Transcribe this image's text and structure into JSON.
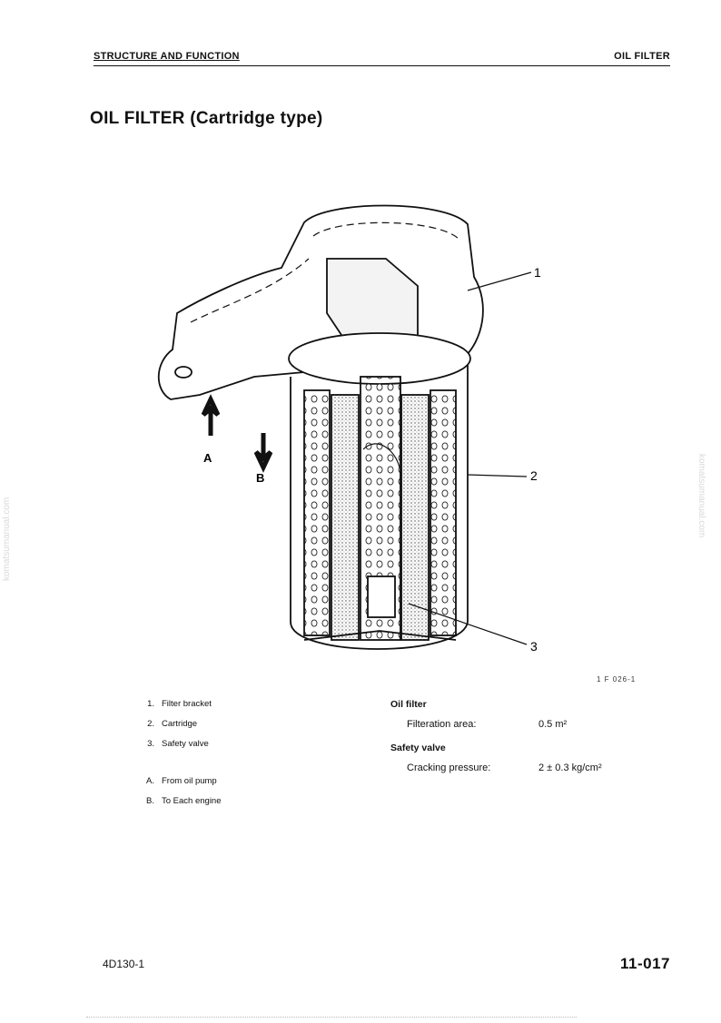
{
  "header": {
    "section": "STRUCTURE AND FUNCTION",
    "topic": "OIL FILTER"
  },
  "title": "OIL FILTER (Cartridge type)",
  "figure": {
    "callouts": [
      "1",
      "2",
      "3"
    ],
    "arrows": [
      "A",
      "B"
    ],
    "code": "1 F 026-1"
  },
  "legend": {
    "items": [
      {
        "num": "1.",
        "text": "Filter bracket"
      },
      {
        "num": "2.",
        "text": "Cartridge"
      },
      {
        "num": "3.",
        "text": "Safety valve"
      }
    ],
    "flows": [
      {
        "num": "A.",
        "text": "From oil pump"
      },
      {
        "num": "B.",
        "text": "To Each engine"
      }
    ]
  },
  "specs": {
    "oil_filter": {
      "heading": "Oil filter",
      "label": "Filteration area:",
      "value": "0.5 m²"
    },
    "safety_valve": {
      "heading": "Safety valve",
      "label": "Cracking pressure:",
      "value": "2 ± 0.3 kg/cm²"
    }
  },
  "footer": {
    "model": "4D130-1",
    "page": "11-017"
  },
  "watermark": "komatsumanual.com"
}
